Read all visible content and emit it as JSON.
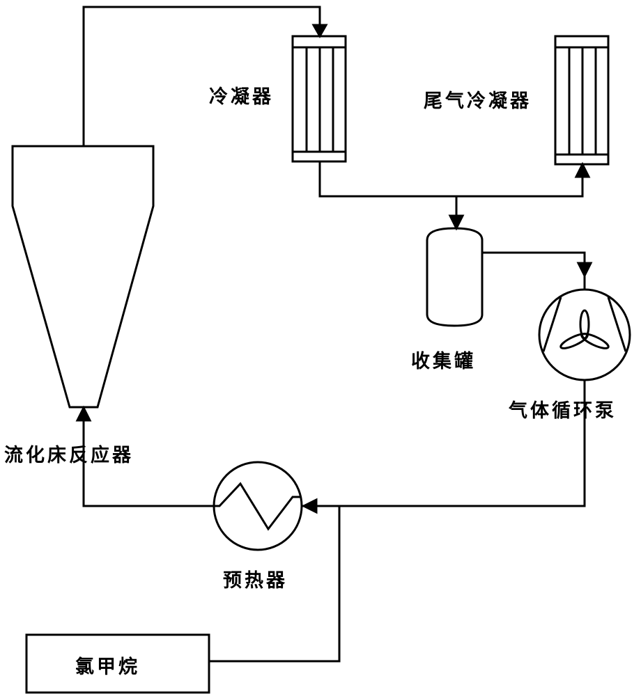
{
  "labels": {
    "condenser": "冷凝器",
    "tail_gas_condenser": "尾气冷凝器",
    "collection_tank": "收集罐",
    "gas_circulation_pump": "气体循环泵",
    "fluidized_bed_reactor": "流化床反应器",
    "preheater": "预热器",
    "chloromethane": "氯甲烷"
  },
  "colors": {
    "line": "#000000",
    "background": "#ffffff"
  }
}
